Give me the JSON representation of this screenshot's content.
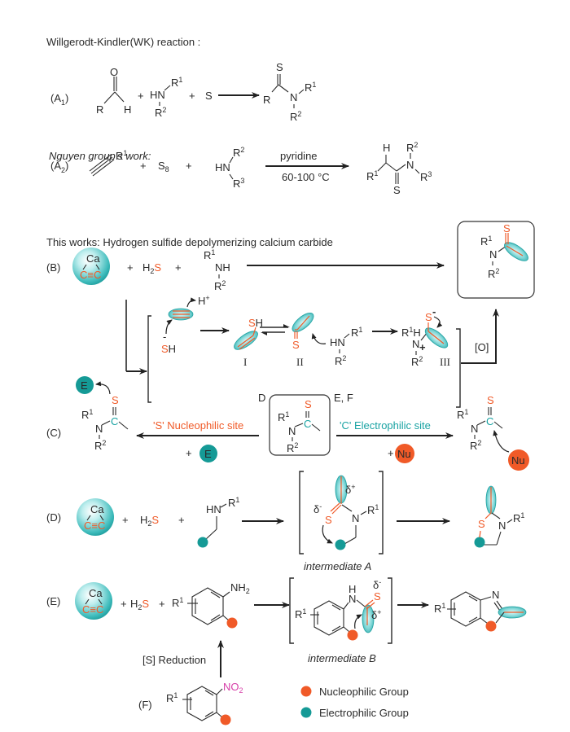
{
  "heading_wk": "Willgerodt-Kindler(WK) reaction :",
  "heading_nguyen": "Nguyen group's  work:",
  "heading_this": "This works: Hydrogen sulfide depolymerizing calcium carbide",
  "labels": {
    "A1": "(A",
    "A1_sub": "1",
    "A2": "(A",
    "A2_sub": "2",
    "B": "(B)",
    "C": "(C)",
    "D": "(D)",
    "E": "(E)",
    "F": "(F)"
  },
  "atoms": {
    "O": "O",
    "H": "H",
    "R": "R",
    "S": "S",
    "N": "N",
    "HN": "HN",
    "NH": "NH",
    "R1": "R",
    "sup1": "1",
    "sup2": "2",
    "sup3": "3",
    "Ca": "Ca",
    "CC": "C≡C",
    "H2": "H",
    "H2_sub": "2",
    "S8": "S",
    "S8_sub": "8",
    "plus": "+",
    "Hplus": "H",
    "plus_sup": "+",
    "SH": "SH",
    "minus": "-",
    "C": "C",
    "E": "E",
    "Nu": "Nu",
    "NH2": "NH",
    "NO2": "NO",
    "delta_minus": "δ",
    "delta_plus": "δ"
  },
  "conditions": {
    "reagent": "pyridine",
    "temperature": "60-100 °C",
    "oxidation": "[O]",
    "reduction": "[S] Reduction"
  },
  "intermediates": {
    "I": "I",
    "II": "II",
    "III": "III",
    "A": "intermediate A",
    "B": "intermediate B"
  },
  "panel_c": {
    "s_site": "'S' Nucleophilic site",
    "c_site": "'C' Electrophilic site",
    "tag_D": "D",
    "tag_EF": "E, F"
  },
  "legend": [
    {
      "label": "Nucleophilic Group",
      "color": "#f05a28"
    },
    {
      "label": "Electrophilic Group",
      "color": "#159a96"
    }
  ],
  "colors": {
    "sulfur": "#f05a28",
    "carbon_highlight": "#1aa3a3",
    "nitro": "#d63fa8"
  }
}
